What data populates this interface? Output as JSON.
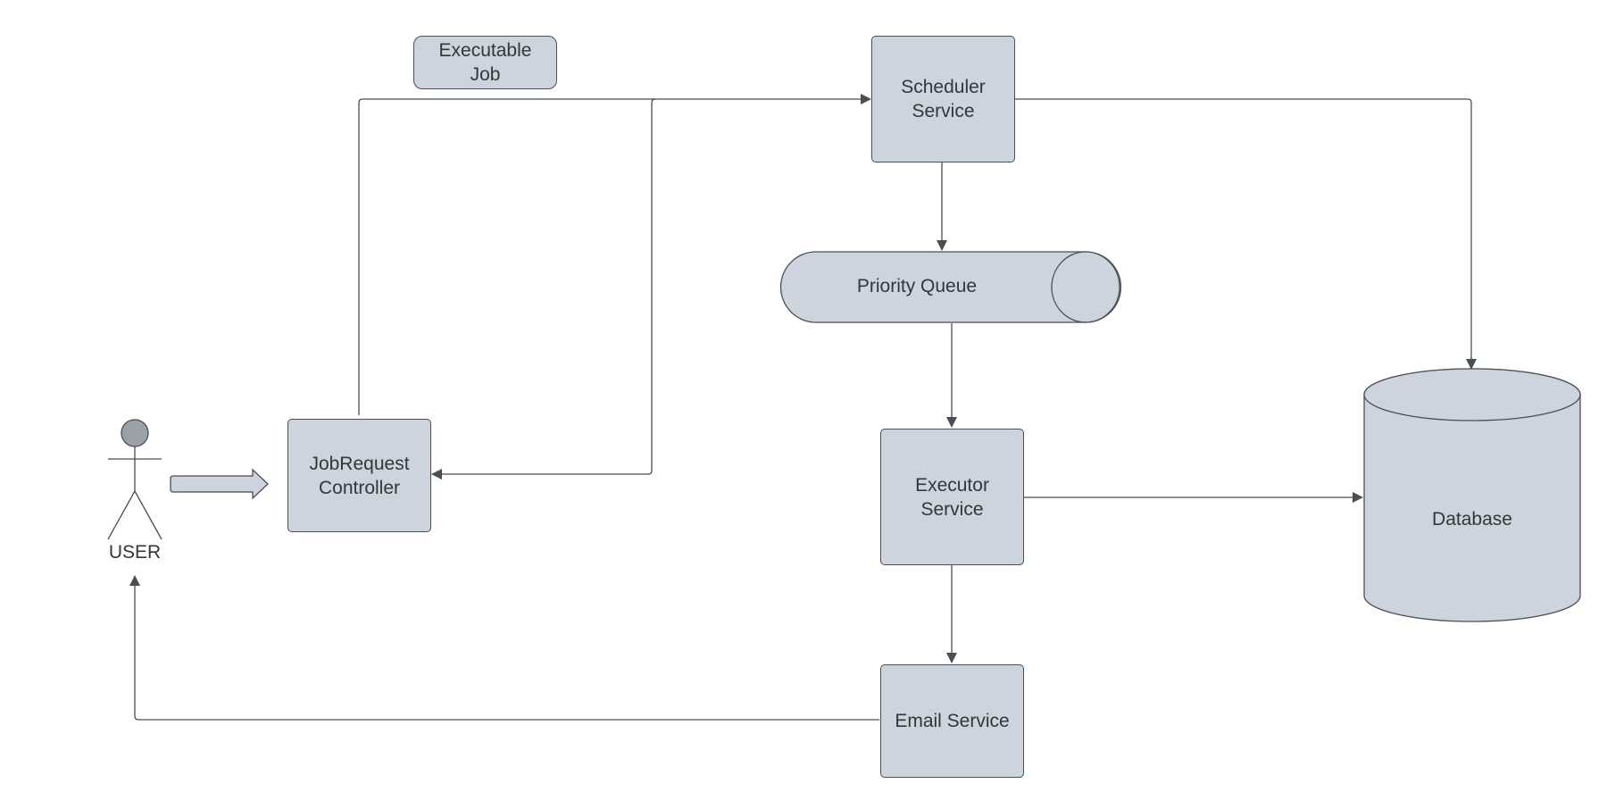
{
  "nodes": {
    "executable_job": "Executable\nJob",
    "scheduler_service": "Scheduler\nService",
    "priority_queue": "Priority Queue",
    "job_request_controller": "JobRequest\nController",
    "executor_service": "Executor\nService",
    "database": "Database",
    "email_service": "Email Service",
    "user": "USER"
  },
  "colors": {
    "node_fill": "#ced4dd",
    "stroke": "#4a4e55",
    "actor_head": "#9ca0a8",
    "text": "#33363b"
  }
}
